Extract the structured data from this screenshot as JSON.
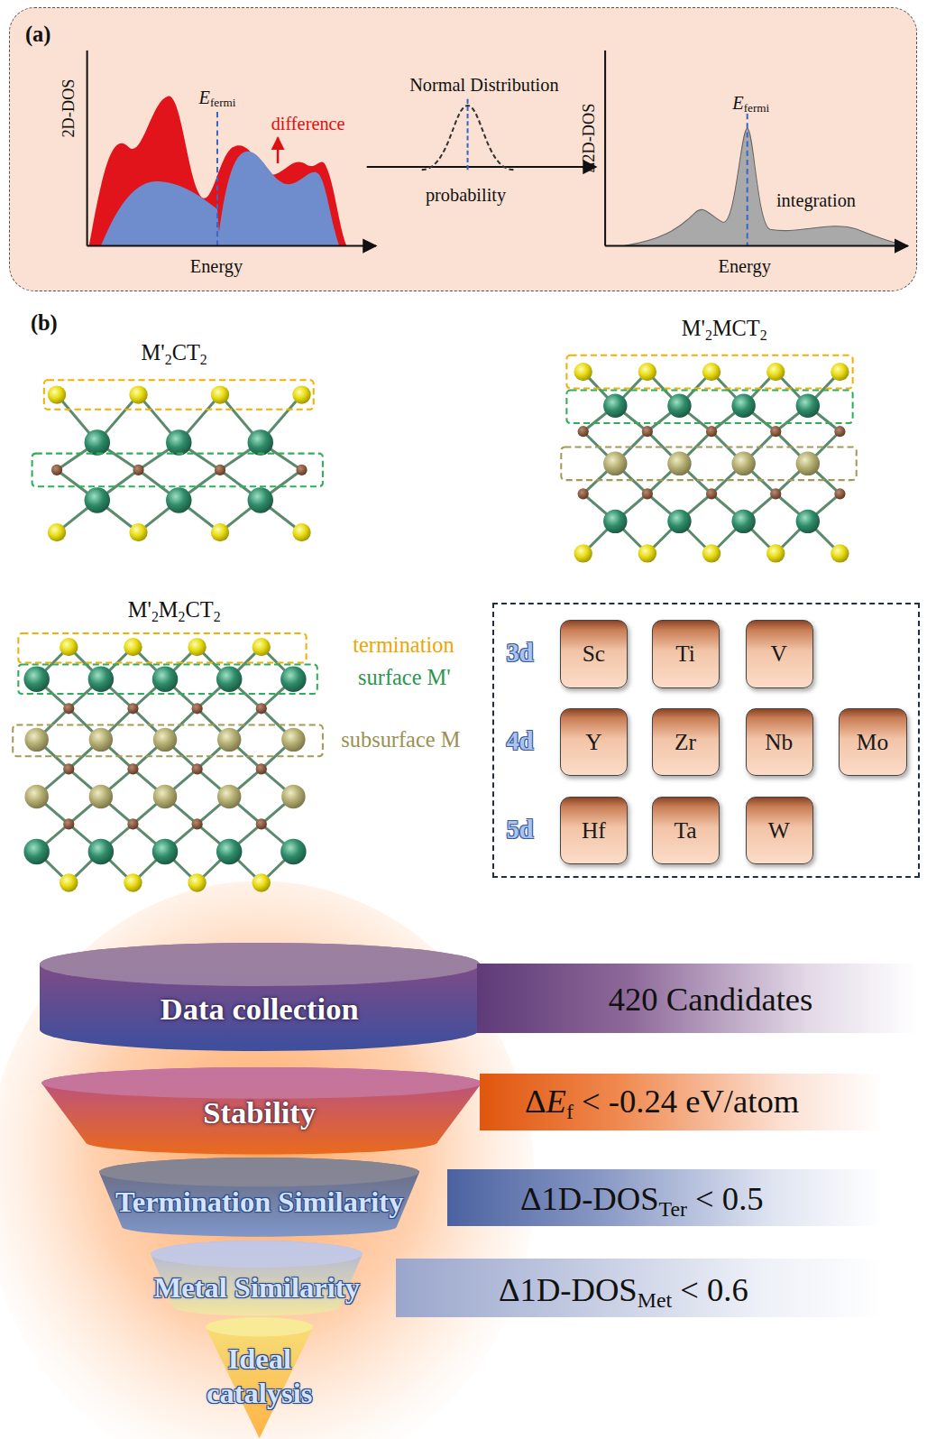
{
  "diagram": {
    "nodes": [
      {
        "text": [
          "(a)"
        ]
      },
      {
        "text": [
          "3d",
          "4d",
          "5d"
        ]
      },
      {
        "text": [
          "Sc"
        ],
        "in": 1
      },
      {
        "text": [
          "Ti"
        ],
        "in": 1
      },
      {
        "text": [
          "V"
        ],
        "in": 1
      },
      {
        "text": [
          "Y"
        ],
        "in": 1
      },
      {
        "text": [
          "Zr"
        ],
        "in": 1
      },
      {
        "text": [
          "Nb"
        ],
        "in": 1
      },
      {
        "text": [
          "Mo"
        ],
        "in": 1
      },
      {
        "text": [
          "Hf"
        ],
        "in": 1
      },
      {
        "text": [
          "Ta"
        ],
        "in": 1
      },
      {
        "text": [
          "W"
        ],
        "in": 1
      },
      {
        "text": [
          "Data collection"
        ]
      },
      {
        "text": [
          "420 Candidates"
        ]
      },
      {
        "text": [
          "Stability"
        ]
      },
      {
        "text": [
          "ΔEf < -0.24 eV/atom"
        ]
      },
      {
        "text": [
          "Termination Similarity"
        ]
      },
      {
        "text": [
          "Δ1D-DOSTer < 0.5"
        ]
      },
      {
        "text": [
          "Metal Similarity"
        ]
      },
      {
        "text": [
          "Δ1D-DOSMet < 0.6"
        ]
      },
      {
        "text": [
          "Ideal catalysis"
        ]
      }
    ],
    "labels": [
      "2D-DOS",
      "Efermi",
      "difference",
      "Energy",
      "Normal Distribution",
      "probability",
      "Δ2D-DOS",
      "Efermi",
      "integration",
      "Energy",
      "(b)",
      "M'2CT2",
      "M'2MCT2",
      "M'2M2CT2",
      "termination",
      "surface M'",
      "subsurface M"
    ]
  }
}
